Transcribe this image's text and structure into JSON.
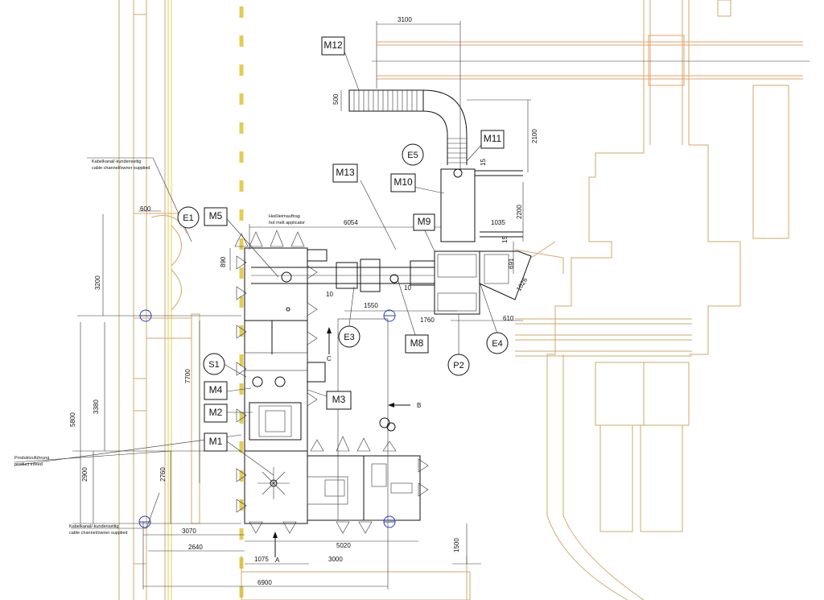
{
  "labels": {
    "M1": "M1",
    "M2": "M2",
    "M3": "M3",
    "M4": "M4",
    "M5": "M5",
    "M8": "M8",
    "M9": "M9",
    "M10": "M10",
    "M11": "M11",
    "M12": "M12",
    "M13": "M13"
  },
  "circles": {
    "E1": "E1",
    "E3": "E3",
    "E4": "E4",
    "E5": "E5",
    "S1": "S1",
    "P2": "P2"
  },
  "dimensions": {
    "d3100": "3100",
    "d500": "500",
    "d2100": "2100",
    "d2200": "2200",
    "d15a": "15",
    "d15b": "15",
    "d1035": "1035",
    "d6054": "6054",
    "d890": "890",
    "d691": "691",
    "d1026": "1026",
    "d10a": "10",
    "d10b": "10",
    "d1550": "1550",
    "d1760": "1760",
    "d610": "610",
    "d600": "600",
    "d3200": "3200",
    "d7700": "7700",
    "d3380": "3380",
    "d5800": "5800",
    "d2900": "2900",
    "d2760": "2760",
    "d3070": "3070",
    "d2640": "2640",
    "d5020": "5020",
    "d1075": "1075",
    "d3000": "3000",
    "d6900": "6900",
    "d1500": "1500"
  },
  "annotations": {
    "cable_top_de": "Kabelkanal/-kundenseitig",
    "cable_top_en": "cable channel/owner supplied",
    "hotmelt_de": "Heißleimauftrag",
    "hotmelt_en": "hot melt applicator",
    "product_de": "Produktzuführung",
    "product_en": "product infeed",
    "cable_bot_de": "Kabelkanal/-kundenseitig",
    "cable_bot_en": "cable channel/owner supplied",
    "arrowB": "B",
    "arrowC": "C",
    "arrowA": "A"
  }
}
